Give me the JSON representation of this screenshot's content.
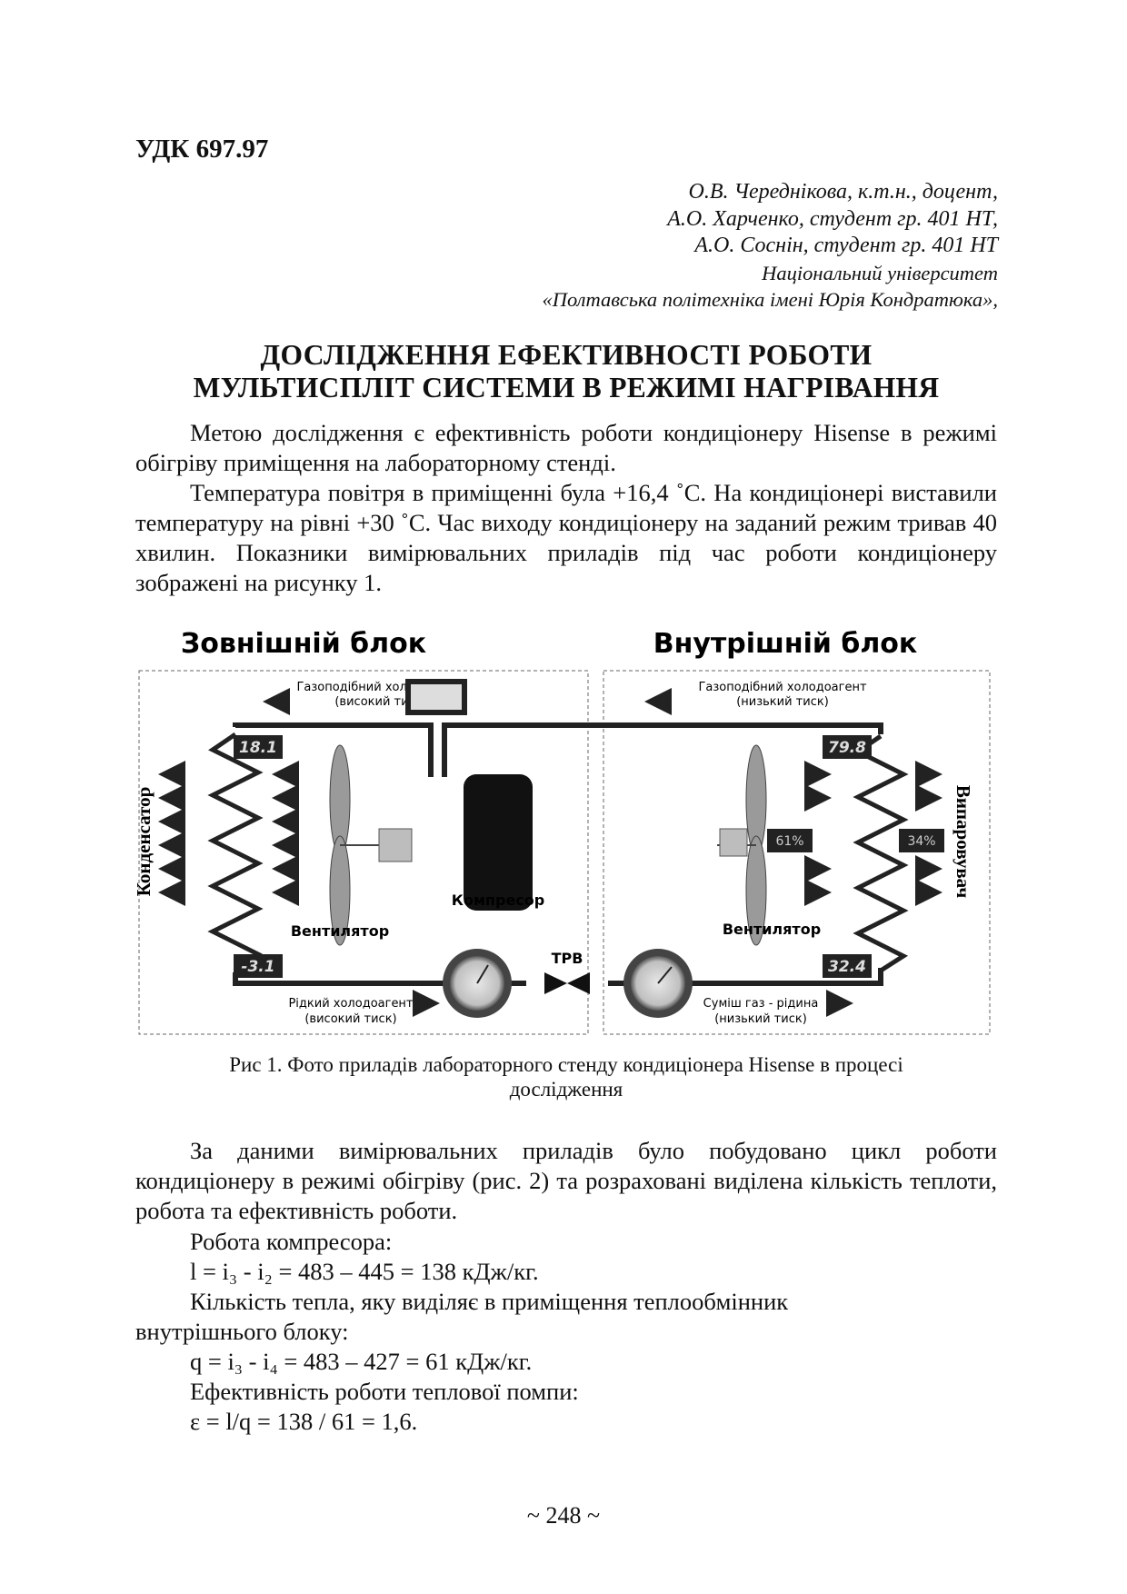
{
  "udk": "УДК 697.97",
  "authors": [
    "О.В. Череднікова, к.т.н., доцент,",
    "А.О. Харченко, студент гр. 401 НТ,",
    "А.О. Соснін, студент гр. 401 НТ"
  ],
  "organization": [
    "Національний університет",
    "«Полтавська політехніка імені Юрія Кондратюка»,"
  ],
  "title": [
    "ДОСЛІДЖЕННЯ ЕФЕКТИВНОСТІ РОБОТИ",
    "МУЛЬТИСПЛІТ СИСТЕМИ В РЕЖИМІ НАГРІВАННЯ"
  ],
  "paragraphs": [
    "Метою дослідження є ефективність роботи кондиціонеру Hisense в режимі обігріву приміщення на лабораторному стенді.",
    "Температура повітря в приміщенні була +16,4 ˚С. На кондиціонері виставили температуру на рівні +30 ˚С. Час виходу кондиціонеру на заданий режим тривав 40 хвилин. Показники вимірювальних приладів під час роботи кондиціонеру зображені на рисунку 1."
  ],
  "figure": {
    "outdoor_title": "Зовнішній блок",
    "indoor_title": "Внутрішній блок",
    "outdoor_gas_label": [
      "Газоподібний холодоагент",
      "(високий тиск)"
    ],
    "indoor_gas_label": [
      "Газоподібний холодоагент",
      "(низький тиск)"
    ],
    "display_top_left": "18.1",
    "display_top_right": "79.8",
    "display_bottom_left": "-3.1",
    "display_bottom_right": "32.4",
    "display_hygro_1": "61%",
    "display_hygro_2": "34%",
    "compressor_label": "Компресор",
    "fan_label_left": "Вентилятор",
    "fan_label_right": "Вентилятор",
    "trv_label": "ТРВ",
    "condenser_label": "Конденсатор",
    "evaporator_label": "Випаровувач",
    "liquid_label": [
      "Рідкий холодоагент",
      "(високий тиск)"
    ],
    "mix_label": [
      "Суміш газ - рідина",
      "(низький тиск)"
    ]
  },
  "caption": [
    "Рис 1. Фото приладів лабораторного стенду кондиціонера Hisense в процесі",
    "дослідження"
  ],
  "paragraph3": "За даними вимірювальних приладів було побудовано цикл роботи кондиціонеру в режимі обігріву (рис. 2) та розраховані виділена кількість теплоти, робота та ефективність роботи.",
  "work_label": "Робота компресора:",
  "work_formula": "l = i₃ - i₂ = 483 – 445 = 138 кДж/кг.",
  "heat_label_1": "Кількість тепла, яку виділяє в приміщення теплообмінник",
  "heat_label_2": "внутрішнього блоку:",
  "heat_formula": "q = i₃ - i₄ = 483 – 427 = 61 кДж/кг.",
  "eff_label": "Ефективність роботи теплової помпи:",
  "eff_formula": "ε = l/q = 138 / 61 = 1,6.",
  "page_number": "~ 248 ~"
}
